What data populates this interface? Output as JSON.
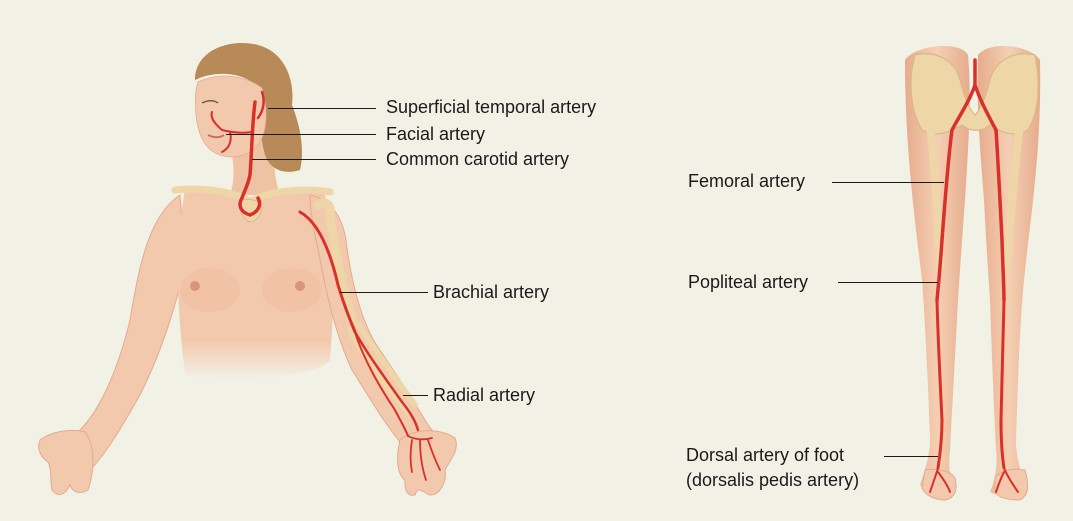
{
  "colors": {
    "background": "#f2f1e6",
    "skin": "#f3c9ad",
    "skin_shadow": "#e3ab8c",
    "bone": "#eed6a8",
    "artery": "#d8312a",
    "hair": "#b88a58",
    "leader_line": "#1a1a1a"
  },
  "labels": {
    "superficial_temporal": "Superficial temporal artery",
    "facial": "Facial artery",
    "common_carotid": "Common carotid artery",
    "brachial": "Brachial artery",
    "radial": "Radial artery",
    "femoral": "Femoral artery",
    "popliteal": "Popliteal artery",
    "dorsal_foot_line1": "Dorsal artery of foot",
    "dorsal_foot_line2": "(dorsalis pedis artery)"
  }
}
